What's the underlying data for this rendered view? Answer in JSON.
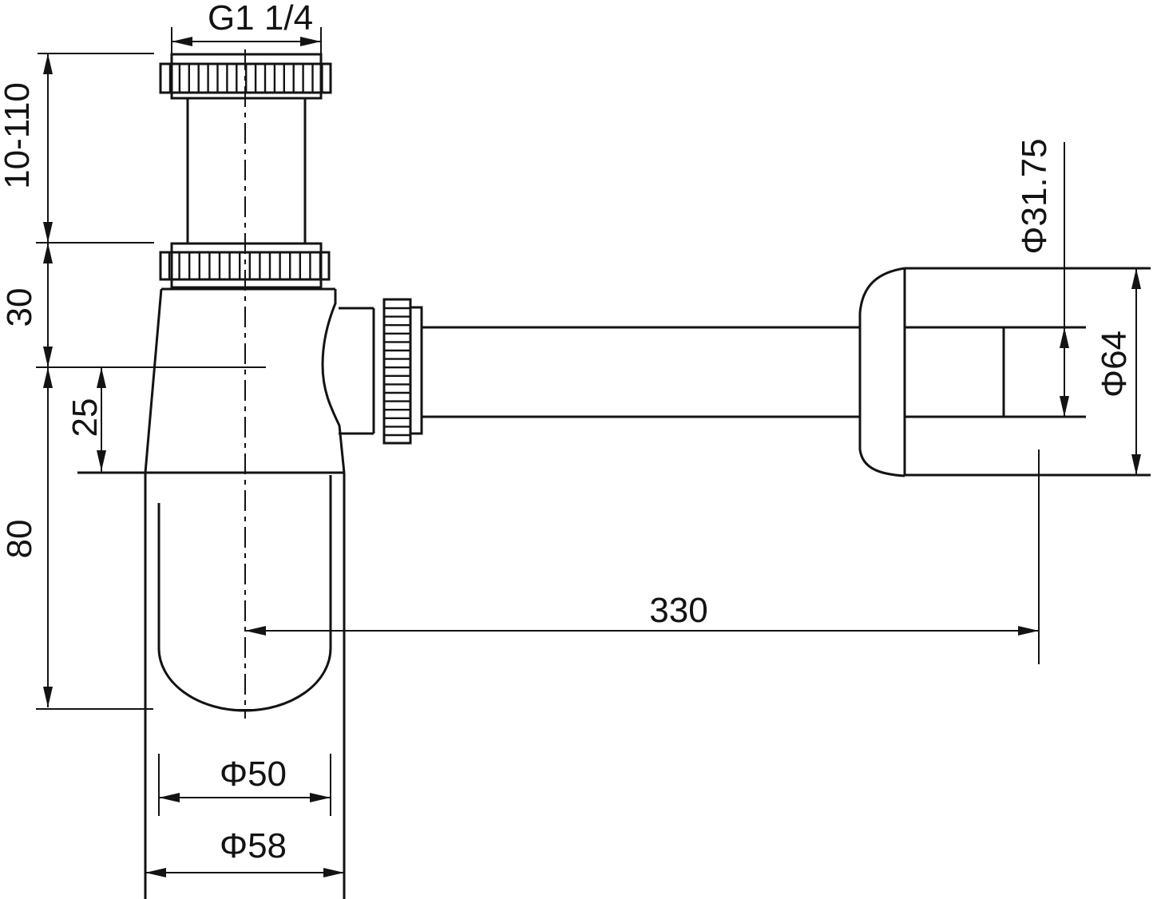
{
  "drawing": {
    "line_color": "#131313",
    "background_color": "#ffffff",
    "labels": {
      "thread_size": "G1 1/4",
      "adjustable_height": "10-110",
      "locknut_section_height": "30",
      "outlet_center_offset": "25",
      "cup_depth": "80",
      "cup_inner_diameter": "Φ50",
      "cup_outer_diameter": "Φ58",
      "wall_tube_length": "330",
      "wall_tube_diameter": "Φ31.75",
      "escutcheon_diameter": "Φ64"
    }
  }
}
